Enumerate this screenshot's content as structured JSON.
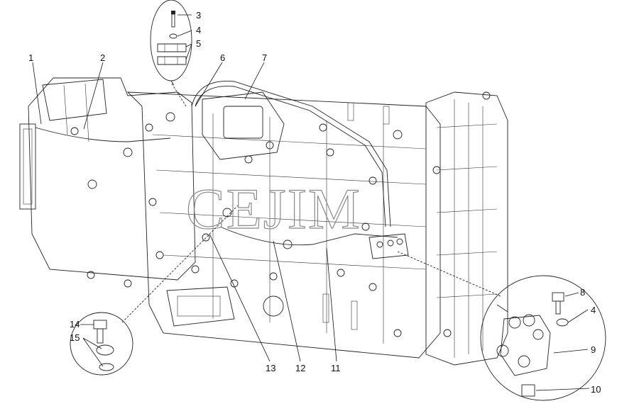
{
  "watermark": "CEJIM",
  "callouts": [
    "1",
    "2",
    "3",
    "4",
    "5",
    "6",
    "7",
    "8",
    "4",
    "9",
    "10",
    "11",
    "12",
    "13",
    "14",
    "15"
  ]
}
